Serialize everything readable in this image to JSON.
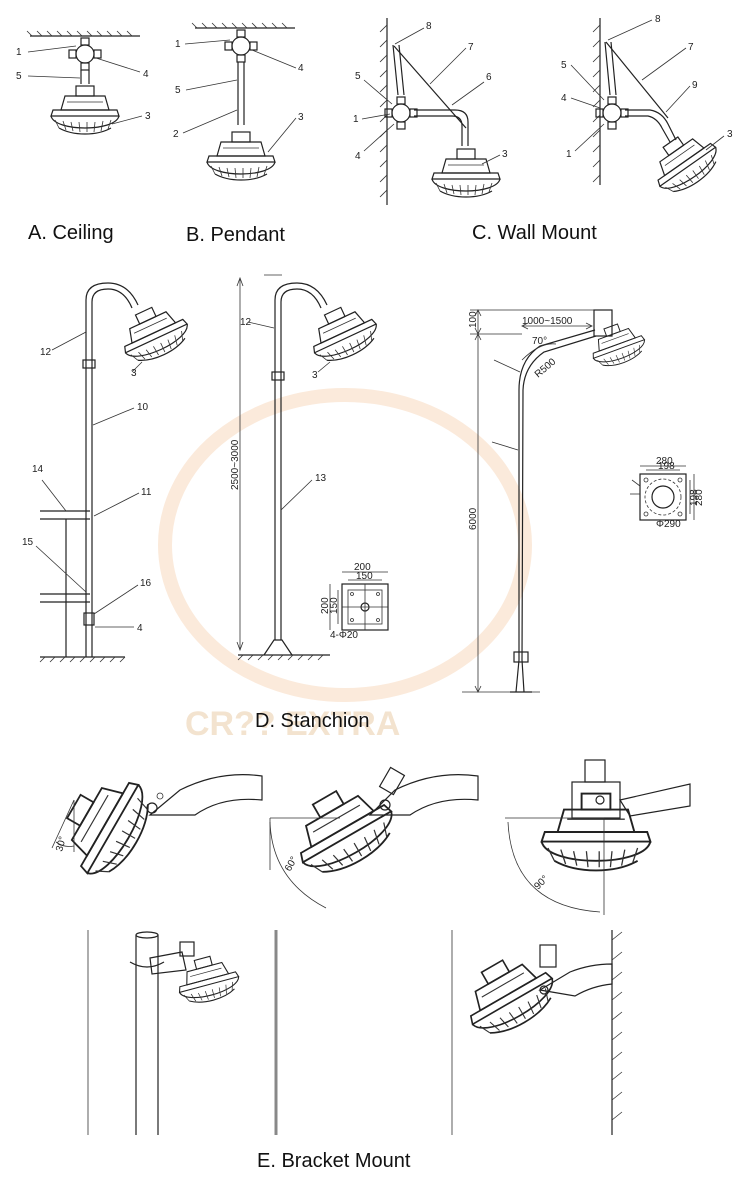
{
  "captions": {
    "ceiling": "A. Ceiling",
    "pendant": "B. Pendant",
    "wall_mount": "C. Wall Mount",
    "stanchion": "D. Stanchion",
    "bracket_mount": "E. Bracket Mount"
  },
  "watermark": "CR?? EXTRA",
  "part_numbers": {
    "a": [
      "1",
      "5",
      "4",
      "3"
    ],
    "b": [
      "1",
      "5",
      "2",
      "4",
      "3"
    ],
    "c": [
      "8",
      "7",
      "5",
      "6",
      "1",
      "4",
      "3"
    ],
    "c2": [
      "8",
      "5",
      "7",
      "4",
      "9",
      "1",
      "3"
    ],
    "d1": [
      "12",
      "3",
      "10",
      "14",
      "11",
      "15",
      "16",
      "4"
    ],
    "d2": [
      "12",
      "3",
      "13"
    ]
  },
  "dimensions": {
    "stanchion_height": "2500~3000",
    "base_outer": "200",
    "base_inner": "150",
    "base_side_outer": "200",
    "base_side_inner": "150",
    "base_holes": "4-Φ20",
    "pole_top": "100",
    "arm_length": "1000~1500",
    "arm_angle": "70°",
    "arm_radius": "R500",
    "pole_height": "6000",
    "flange_w1": "280",
    "flange_w2": "198",
    "flange_h1": "280",
    "flange_h2": "198",
    "flange_dia": "Φ290"
  },
  "tilt_angles": [
    "30°",
    "60°",
    "90°"
  ]
}
